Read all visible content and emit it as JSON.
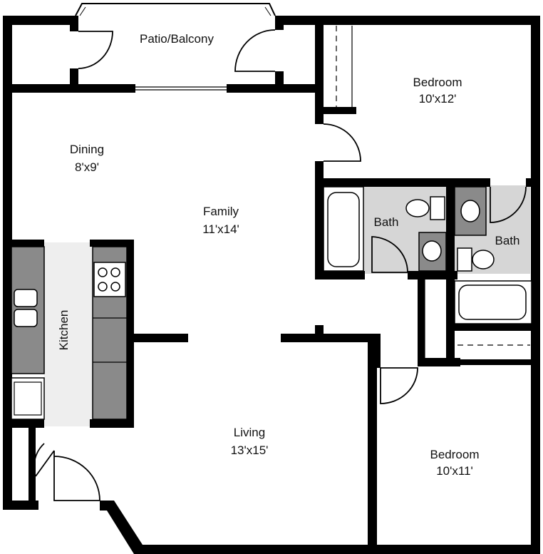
{
  "rooms": {
    "patio": {
      "name": "Patio/Balcony"
    },
    "bedroom1": {
      "name": "Bedroom",
      "size": "10'x12'"
    },
    "dining": {
      "name": "Dining",
      "size": "8'x9'"
    },
    "family": {
      "name": "Family",
      "size": "11'x14'"
    },
    "bath1": {
      "name": "Bath"
    },
    "bath2": {
      "name": "Bath"
    },
    "kitchen": {
      "name": "Kitchen"
    },
    "living": {
      "name": "Living",
      "size": "13'x15'"
    },
    "bedroom2": {
      "name": "Bedroom",
      "size": "10'x11'"
    }
  },
  "colors": {
    "wall": "#000000",
    "floor": "#ffffff",
    "bath_floor": "#d6d6d6",
    "counter": "#8a8a8a",
    "kitchen_aisle": "#eeeeee"
  }
}
